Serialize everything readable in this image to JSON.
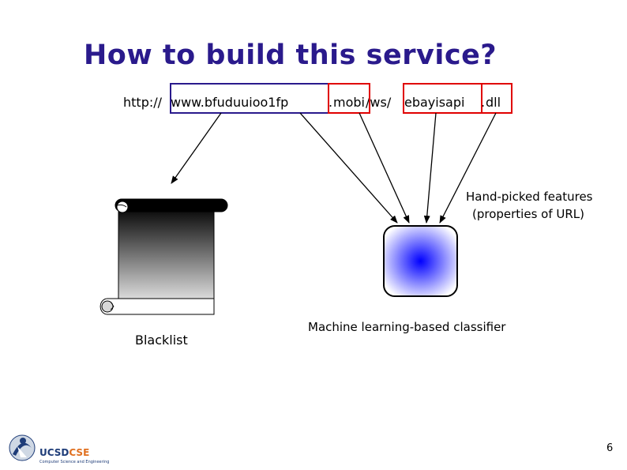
{
  "slide": {
    "title": "How to build this service?",
    "page_number": "6"
  },
  "url": {
    "part1": "http://",
    "part2": "www.bfuduuioo1fp",
    "part3": ".",
    "part4": "mobi",
    "part5": "/ws/",
    "part6": "ebayisapi",
    "part7": ".",
    "part8": "dll"
  },
  "labels": {
    "hand_picked_line1": "Hand-picked features",
    "hand_picked_line2": "(properties of URL)",
    "classifier": "Machine learning-based classifier",
    "blacklist": "Blacklist"
  },
  "logo": {
    "name_part1": "UCSD",
    "name_part2": "CSE",
    "subtitle": "Computer Science and Engineering"
  },
  "colors": {
    "title": "#2a1a8c",
    "host_box": "#2a1a8c",
    "highlight_box": "#e00000",
    "arrow": "#000000",
    "classifier_center": "#0000ff"
  }
}
